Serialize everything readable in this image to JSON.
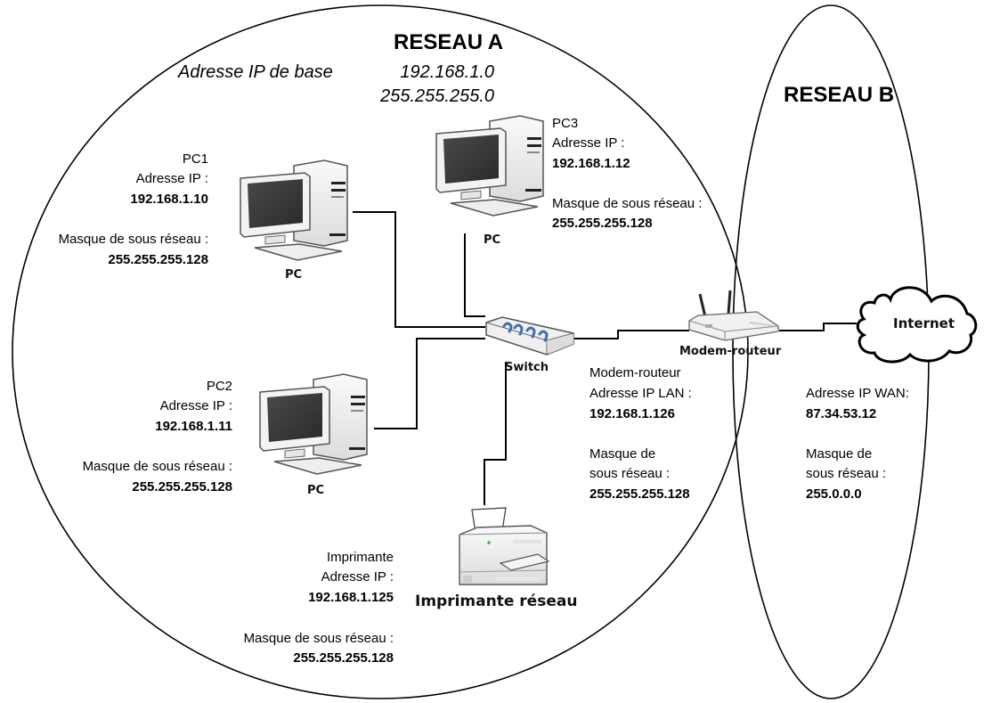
{
  "networks": {
    "a": {
      "title": "RESEAU A",
      "base_label": "Adresse IP de base",
      "base_ip": "192.168.1.0",
      "base_mask": "255.255.255.0"
    },
    "b": {
      "title": "RESEAU B"
    }
  },
  "devices": {
    "pc1": {
      "name": "PC1",
      "ip_label": "Adresse IP :",
      "ip": "192.168.1.10",
      "mask_label": "Masque de sous réseau :",
      "mask": "255.255.255.128",
      "icon_label": "PC"
    },
    "pc2": {
      "name": "PC2",
      "ip_label": "Adresse IP :",
      "ip": "192.168.1.11",
      "mask_label": "Masque de sous réseau :",
      "mask": "255.255.255.128",
      "icon_label": "PC"
    },
    "pc3": {
      "name": "PC3",
      "ip_label": "Adresse IP :",
      "ip": "192.168.1.12",
      "mask_label": "Masque de sous réseau :",
      "mask": "255.255.255.128",
      "icon_label": "PC"
    },
    "printer": {
      "name": "Imprimante",
      "ip_label": "Adresse IP :",
      "ip": "192.168.1.125",
      "mask_label": "Masque de sous réseau :",
      "mask": "255.255.255.128",
      "icon_label": "Imprimante réseau"
    },
    "switch": {
      "icon_label": "Switch"
    },
    "router": {
      "icon_label": "Modem-routeur",
      "name": "Modem-routeur",
      "lan_ip_label": "Adresse IP LAN :",
      "lan_ip": "192.168.1.126",
      "lan_mask_label_1": "Masque de",
      "lan_mask_label_2": "sous réseau :",
      "lan_mask": "255.255.255.128",
      "wan_ip_label": "Adresse IP WAN:",
      "wan_ip": "87.34.53.12",
      "wan_mask_label_1": "Masque de",
      "wan_mask_label_2": "sous réseau :",
      "wan_mask": "255.0.0.0"
    },
    "internet": {
      "icon_label": "Internet"
    }
  },
  "colors": {
    "line": "#000000",
    "switch_accent": "#3a6fb5",
    "printer_led": "#3cb043"
  }
}
